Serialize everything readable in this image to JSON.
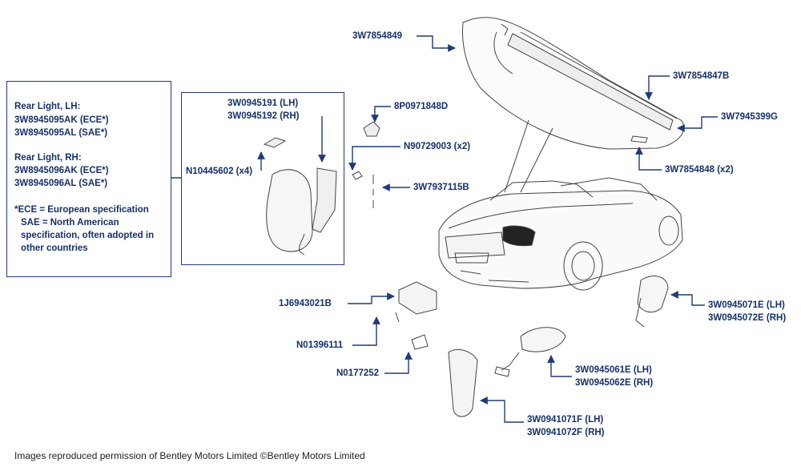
{
  "notes": {
    "rear_lh_title": "Rear Light, LH:",
    "rear_lh_ece": "3W8945095AK (ECE*)",
    "rear_lh_sae": "3W8945095AL (SAE*)",
    "rear_rh_title": "Rear Light, RH:",
    "rear_rh_ece": "3W8945096AK (ECE*)",
    "rear_rh_sae": "3W8945096AL (SAE*)",
    "ece_note": "*ECE = European specification",
    "sae_note_1": "SAE = North American",
    "sae_note_2": "specification, often adopted in",
    "sae_note_3": "other countries"
  },
  "labels": {
    "l1": "3W0945191 (LH)",
    "l2": "3W0945192 (RH)",
    "l3": "N10445602 (x4)",
    "l4": "8P0971848D",
    "l5": "N90729003 (x2)",
    "l6": "3W7937115B",
    "l7": "3W7854849",
    "l8": "3W7854847B",
    "l9": "3W7945399G",
    "l10": "3W7854848 (x2)",
    "l11": "1J6943021B",
    "l12": "N01396111",
    "l13": "N0177252",
    "l14": "3W0945071E (LH)",
    "l15": "3W0945072E (RH)",
    "l16": "3W0945061E (LH)",
    "l17": "3W0945062E (RH)",
    "l18": "3W0941071F (LH)",
    "l19": "3W0941072F (RH)"
  },
  "footer": "Images reproduced permission of Bentley Motors Limited ©Bentley Motors Limited",
  "colors": {
    "label": "#14306e",
    "arrow": "#1f3a7a",
    "line_art": "#444444"
  }
}
